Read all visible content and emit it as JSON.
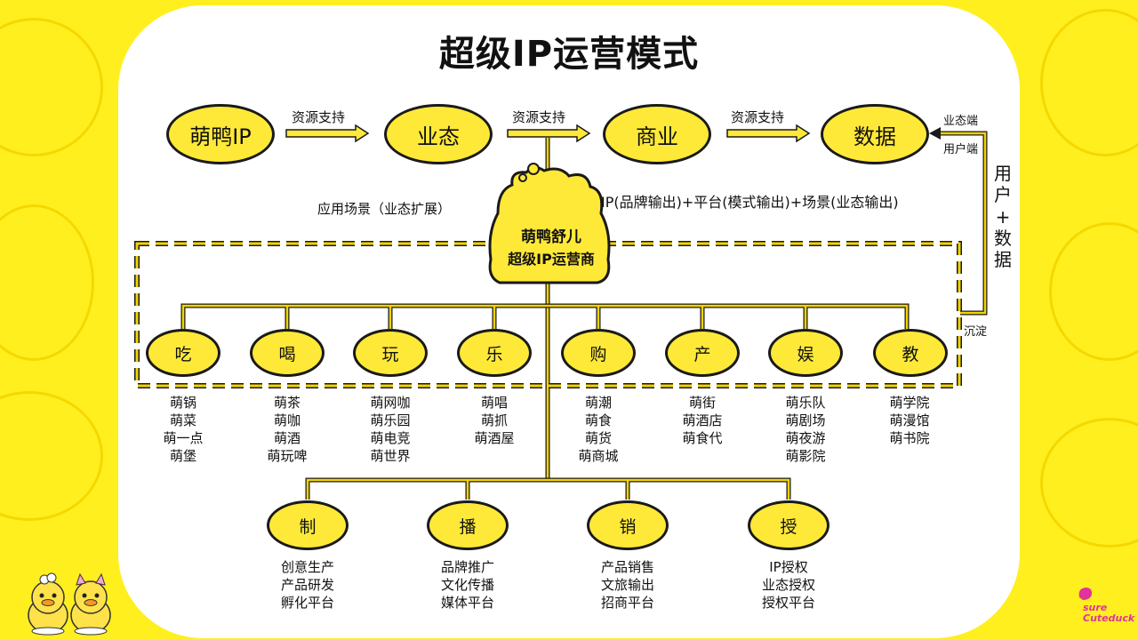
{
  "title": "超级IP运营模式",
  "top_nodes": [
    "萌鸭IP",
    "业态",
    "商业",
    "数据"
  ],
  "arrow_label": "资源支持",
  "data_side": {
    "top": "业态端",
    "bottom": "用户端",
    "vertical": [
      "用",
      "户",
      "+",
      "数",
      "据"
    ],
    "settle": "沉淀"
  },
  "hub": {
    "line1": "萌鸭舒儿",
    "line2": "超级IP运营商"
  },
  "scene_label": "应用场景（业态扩展）",
  "formula": "IP(品牌输出)+平台(模式输出)+场景(业态输出)",
  "categories": [
    {
      "name": "吃",
      "items": [
        "萌锅",
        "萌菜",
        "萌一点",
        "萌堡"
      ]
    },
    {
      "name": "喝",
      "items": [
        "萌茶",
        "萌咖",
        "萌酒",
        "萌玩啤"
      ]
    },
    {
      "name": "玩",
      "items": [
        "萌网咖",
        "萌乐园",
        "萌电竞",
        "萌世界"
      ]
    },
    {
      "name": "乐",
      "items": [
        "萌唱",
        "萌抓",
        "萌酒屋"
      ]
    },
    {
      "name": "购",
      "items": [
        "萌潮",
        "萌食",
        "萌货",
        "萌商城"
      ]
    },
    {
      "name": "产",
      "items": [
        "萌街",
        "萌酒店",
        "萌食代"
      ]
    },
    {
      "name": "娱",
      "items": [
        "萌乐队",
        "萌剧场",
        "萌夜游",
        "萌影院"
      ]
    },
    {
      "name": "教",
      "items": [
        "萌学院",
        "萌漫馆",
        "萌书院"
      ]
    }
  ],
  "bottom_nodes": [
    {
      "name": "制",
      "items": [
        "创意生产",
        "产品研发",
        "孵化平台"
      ]
    },
    {
      "name": "播",
      "items": [
        "品牌推广",
        "文化传播",
        "媒体平台"
      ]
    },
    {
      "name": "销",
      "items": [
        "产品销售",
        "文旅输出",
        "招商平台"
      ]
    },
    {
      "name": "授",
      "items": [
        "IP授权",
        "业态授权",
        "授权平台"
      ]
    }
  ],
  "logo": {
    "line1": "sure",
    "line2": "Cuteduck"
  },
  "colors": {
    "background": "#ffef1f",
    "node_fill": "#ffe938",
    "line": "#f3d400",
    "outline": "#1a1a1a"
  }
}
